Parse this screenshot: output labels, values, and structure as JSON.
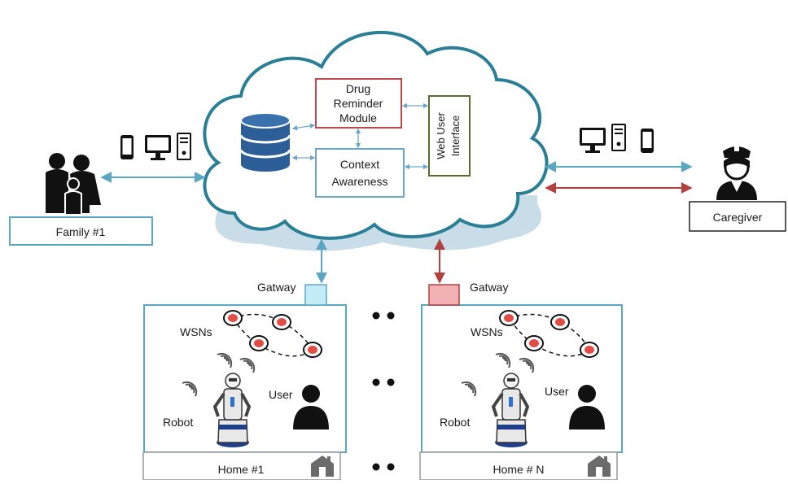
{
  "cloud": {
    "drug_reminder": [
      "Drug",
      "Reminder",
      "Module"
    ],
    "context_awareness": [
      "Context",
      "Awareness"
    ],
    "web_ui": [
      "Web User",
      "Interface"
    ]
  },
  "family": {
    "label": "Family #1"
  },
  "caregiver": {
    "label": "Caregiver"
  },
  "gateway_label": "Gatway",
  "homes": [
    {
      "title": "Home #1",
      "wsns": "WSNs",
      "robot": "Robot",
      "user": "User"
    },
    {
      "title": "Home # N",
      "wsns": "WSNs",
      "robot": "Robot",
      "user": "User"
    }
  ],
  "colors": {
    "cloud_border": "#2a7f97",
    "cloud_shadow": "#c9dde8",
    "link_blue": "#5aa7c4",
    "link_red": "#b3403e",
    "database": "#2c5f97",
    "drug_box": "#c0474a",
    "context_box": "#6aa6c8",
    "web_box": "#5a6b2d",
    "gateway1": "#c4ecf7",
    "gatewayN": "#f2b1b3",
    "node_red": "#e34b45"
  }
}
